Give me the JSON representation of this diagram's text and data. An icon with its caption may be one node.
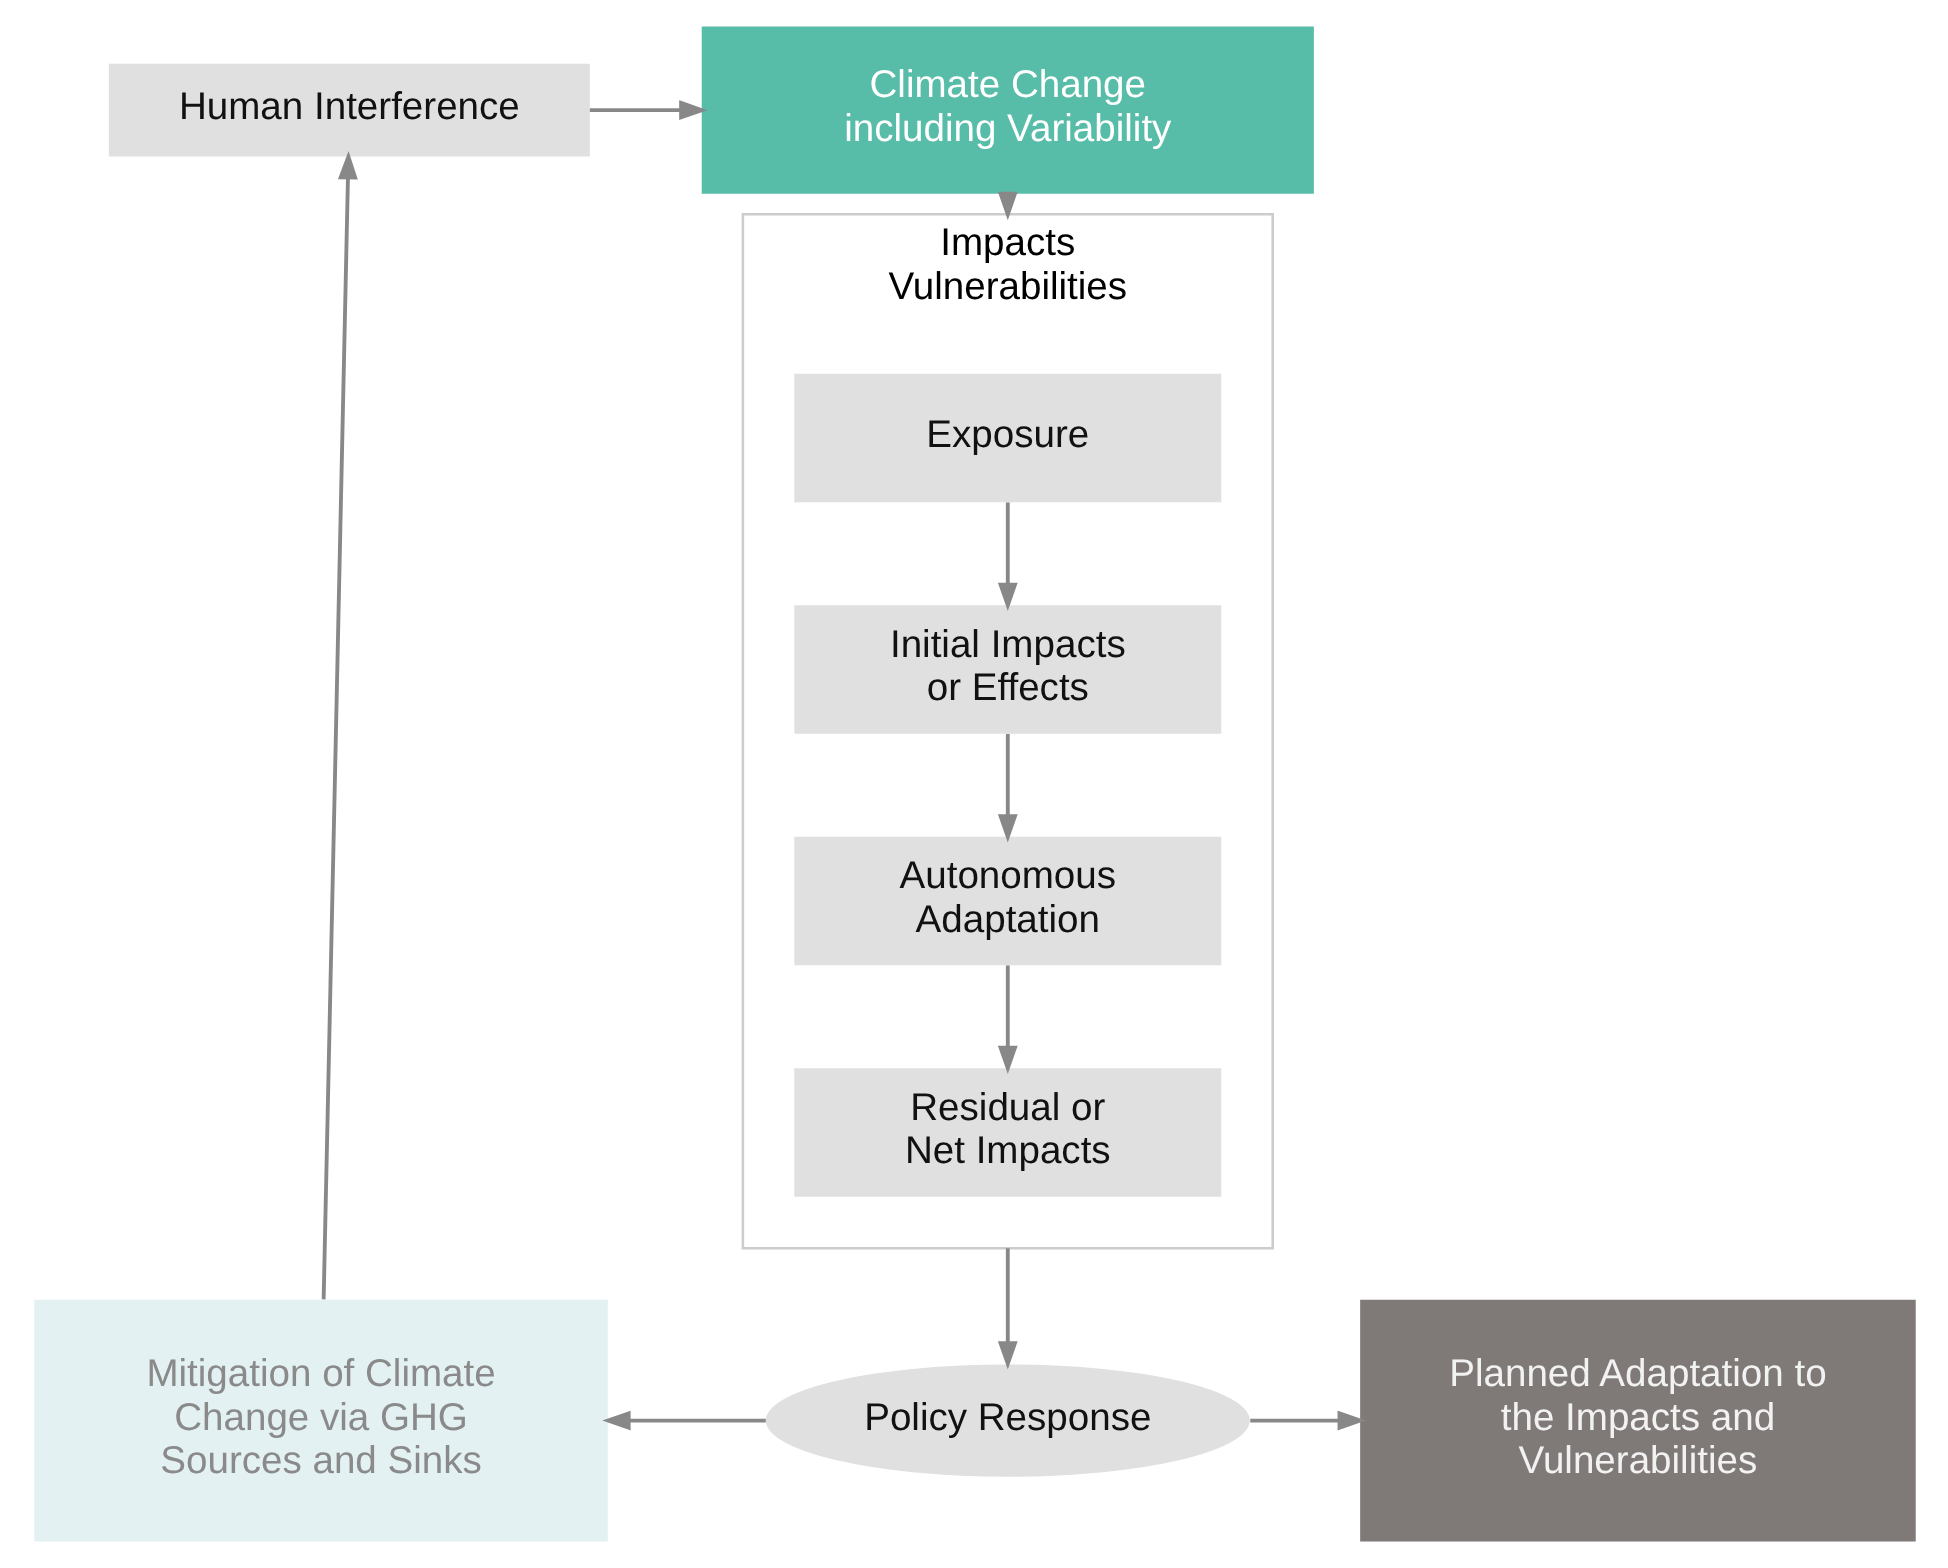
{
  "diagram": {
    "nodes": [
      {
        "text": [
          "Human Interference"
        ]
      },
      {
        "text": [
          "Climate Change including Variability"
        ]
      },
      {
        "text": [
          "Impacts",
          "Vulnerabilities"
        ]
      },
      {
        "text": [
          "Exposure"
        ],
        "in": 2
      },
      {
        "text": [
          "Initial Impacts or Effects"
        ],
        "in": 2
      },
      {
        "text": [
          "Autonomous Adaptation"
        ],
        "in": 2
      },
      {
        "text": [
          "Residual or Net Impacts"
        ],
        "in": 2
      },
      {
        "text": [
          "Mitigation of Climate Change via GHG Sources and Sinks"
        ]
      },
      {
        "text": [
          "Planned Adaptation to the Impacts and Vulnerabilities"
        ]
      },
      {
        "text": [
          "Policy Response"
        ]
      }
    ],
    "edges": [
      {
        "from": 0,
        "to": 1,
        "arrow": "to"
      },
      {
        "from": 1,
        "to": 2,
        "arrow": "to"
      },
      {
        "from": 3,
        "to": 4,
        "arrow": "to"
      },
      {
        "from": 4,
        "to": 5,
        "arrow": "to"
      },
      {
        "from": 5,
        "to": 6,
        "arrow": "to"
      },
      {
        "from": 2,
        "to": 9,
        "arrow": "to"
      },
      {
        "from": 9,
        "to": 7,
        "arrow": "to"
      },
      {
        "from": 9,
        "to": 8,
        "arrow": "to"
      },
      {
        "from": 7,
        "to": 0,
        "arrow": "to"
      }
    ]
  }
}
